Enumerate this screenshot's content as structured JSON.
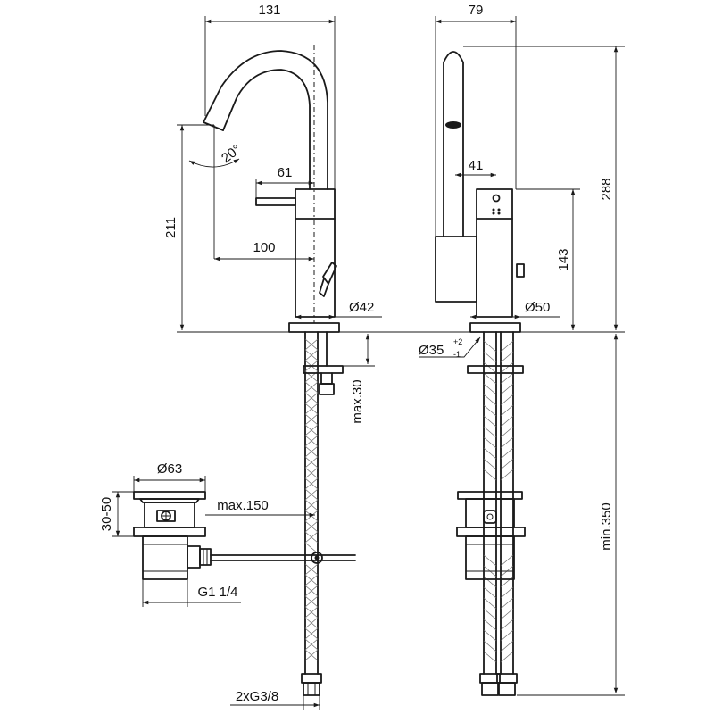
{
  "dimensions": {
    "front_width": "131",
    "side_width": "79",
    "total_height": "288",
    "spout_height": "211",
    "handle_offset": "61",
    "spout_reach": "100",
    "side_handle_offset": "41",
    "lever_height": "143",
    "body_diameter": "Ø42",
    "base_diameter": "Ø50",
    "spout_angle": "20°",
    "hole_diameter": "Ø35",
    "hole_tol_plus": "+2",
    "hole_tol_minus": "-1",
    "deck_thickness": "max.30",
    "waste_diameter": "Ø63",
    "waste_height": "30-50",
    "rod_length": "max.150",
    "waste_thread": "G1 1/4",
    "hose_thread": "2xG3/8",
    "hose_length": "min.350"
  },
  "colors": {
    "line": "#1a1a1a",
    "hose": "#6a6a6a",
    "background": "#ffffff"
  }
}
